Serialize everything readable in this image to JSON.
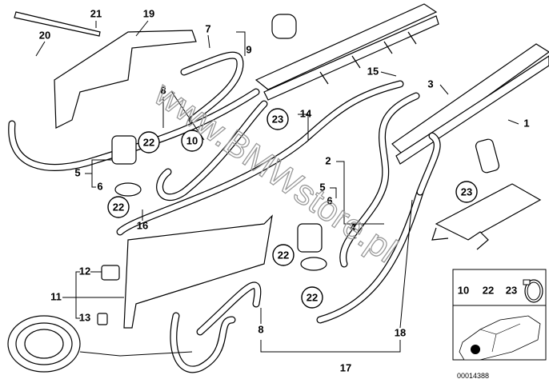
{
  "callouts": [
    "21",
    "19",
    "20",
    "7",
    "9",
    "8",
    "15",
    "3",
    "1",
    "14",
    "2",
    "5",
    "6",
    "5",
    "6",
    "4",
    "16",
    "12",
    "11",
    "13",
    "8",
    "18",
    "17"
  ],
  "circled_callouts": [
    "22",
    "10",
    "23",
    "22",
    "23",
    "22",
    "22"
  ],
  "inset": {
    "parts": [
      "10",
      "22",
      "23"
    ],
    "icon": "hose-clamp-icon",
    "car_icon": "car-location-icon"
  },
  "diagram_code": "00014388",
  "watermark": "www.BMWstore.pl"
}
